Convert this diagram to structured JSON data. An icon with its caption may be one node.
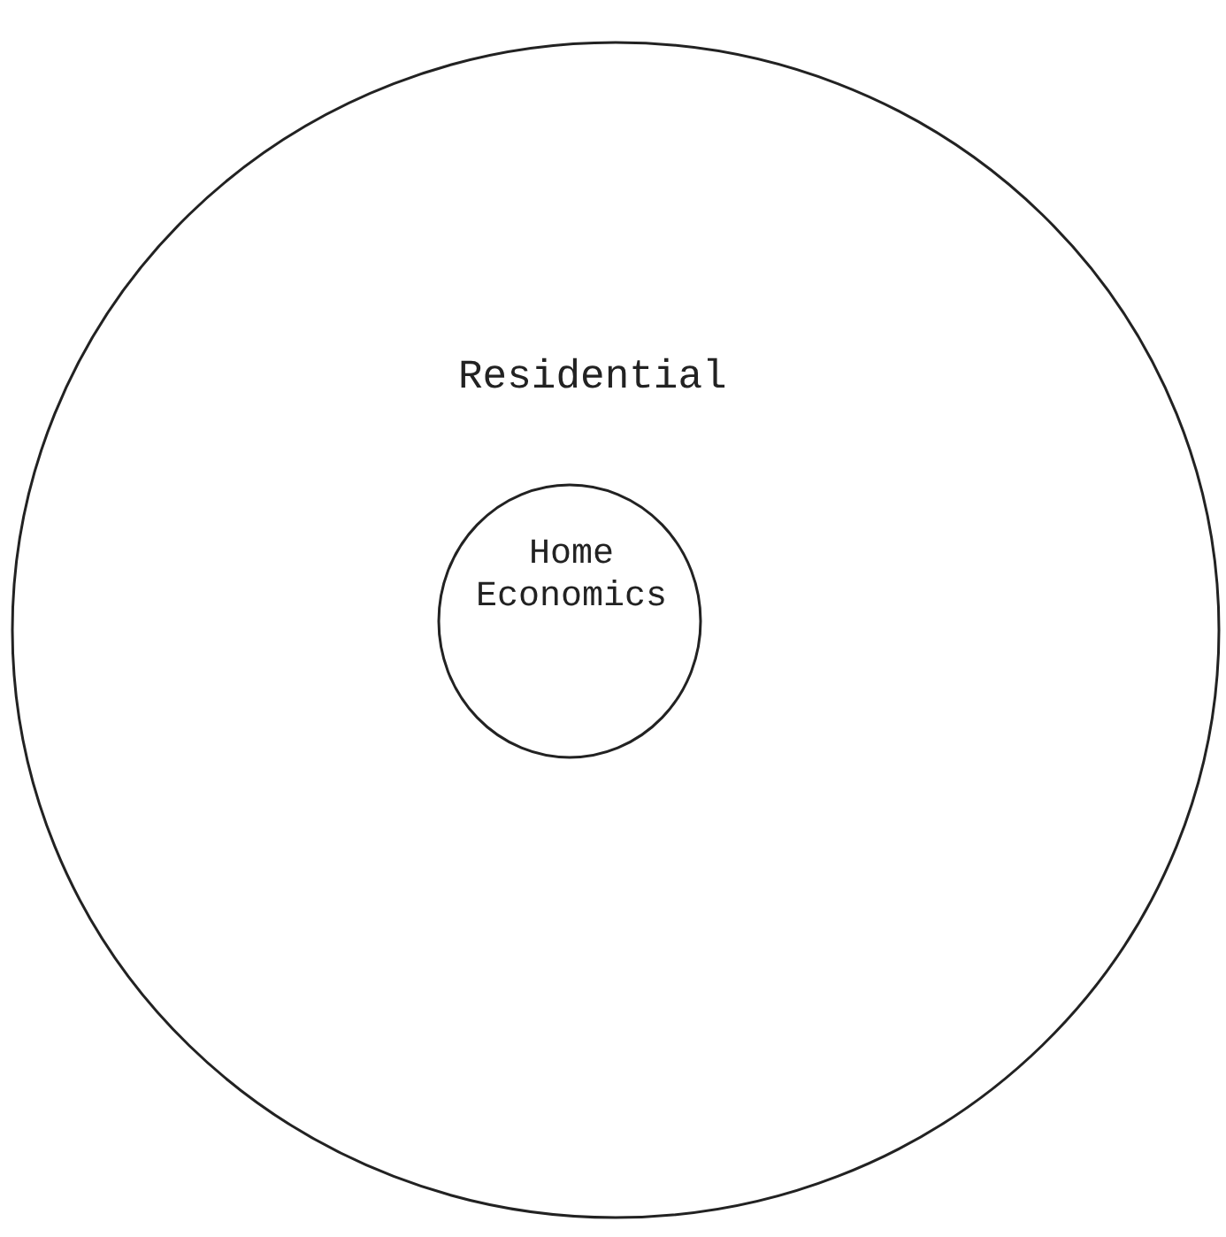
{
  "diagram": {
    "nodes": [
      {
        "text": [
          "Residential"
        ]
      },
      {
        "text": [
          "Home Economics"
        ],
        "in": 0
      }
    ]
  }
}
